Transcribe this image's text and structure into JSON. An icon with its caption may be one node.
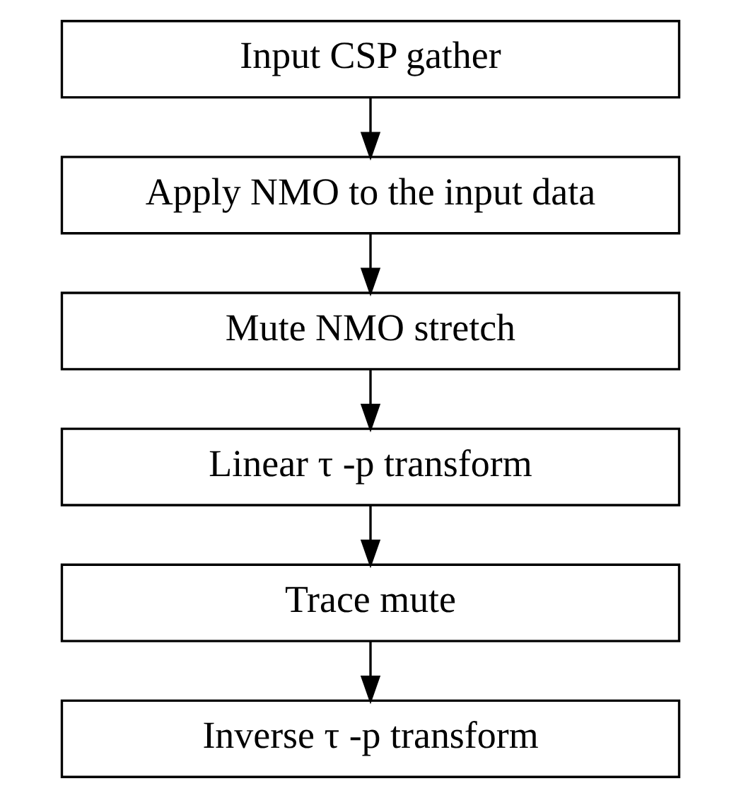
{
  "diagram": {
    "nodes": [
      {
        "text": [
          "Input CSP gather"
        ]
      },
      {
        "text": [
          "Apply NMO to the input data"
        ]
      },
      {
        "text": [
          "Mute NMO stretch"
        ]
      },
      {
        "text": [
          "Linear τ -p transform"
        ]
      },
      {
        "text": [
          "Trace mute"
        ]
      },
      {
        "text": [
          "Inverse τ -p transform"
        ]
      }
    ],
    "edges": [
      {
        "from": 0,
        "to": 1,
        "arrow": "to"
      },
      {
        "from": 1,
        "to": 2,
        "arrow": "to"
      },
      {
        "from": 2,
        "to": 3,
        "arrow": "to"
      },
      {
        "from": 3,
        "to": 4,
        "arrow": "to"
      },
      {
        "from": 4,
        "to": 5,
        "arrow": "to"
      }
    ]
  }
}
